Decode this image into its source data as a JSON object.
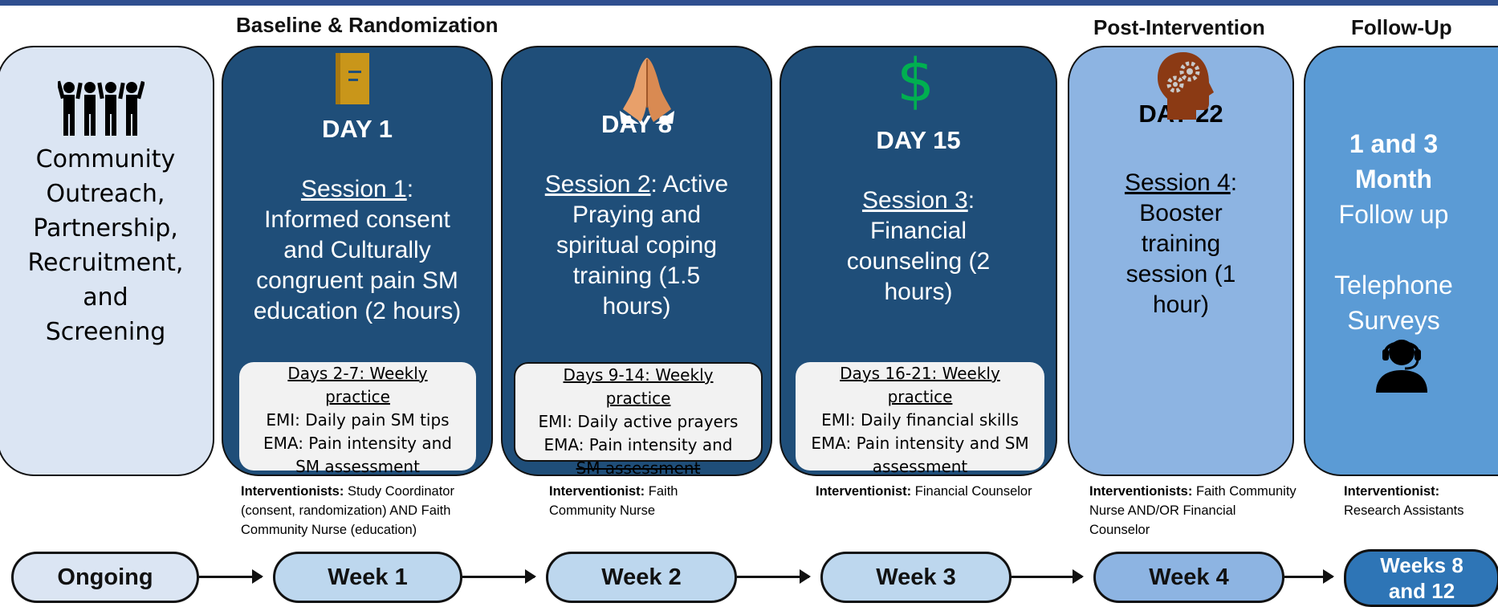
{
  "phases": {
    "baseline": "Baseline & Randomization",
    "post": "Post-Intervention",
    "followup": "Follow-Up"
  },
  "outreach": {
    "icon": "people-group-icon",
    "lines": [
      "Community",
      "Outreach,",
      "Partnership,",
      "Recruitment,",
      "and",
      "Screening"
    ]
  },
  "day1": {
    "icon": "book-icon",
    "day": "DAY 1",
    "session_label": "Session 1",
    "session_text": [
      "Informed consent",
      "and Culturally",
      "congruent pain SM",
      "education (2 hours)"
    ],
    "practice": {
      "title": [
        "Days 2-7: Weekly",
        "practice"
      ],
      "emi": "EMI: Daily pain SM tips",
      "ema": [
        "EMA: Pain intensity and",
        "SM assessment"
      ]
    },
    "interventionist_label": "Interventionists:",
    "interventionist_text": [
      "Study Coordinator",
      "(consent, randomization) AND Faith",
      "Community Nurse (education)"
    ]
  },
  "day8": {
    "icon": "praying-hands-icon",
    "day": "DAY 8",
    "session_label": "Session 2",
    "session_text": [
      ": Active",
      "Praying and",
      "spiritual coping",
      "training (1.5",
      "hours)"
    ],
    "practice": {
      "title": [
        "Days 9-14: Weekly",
        "practice"
      ],
      "emi": "EMI: Daily active prayers",
      "ema": [
        "EMA: Pain intensity and",
        "SM assessment"
      ]
    },
    "interventionist_label": "Interventionist:",
    "interventionist_text": [
      "Faith",
      "Community Nurse"
    ]
  },
  "day15": {
    "icon": "dollar-icon",
    "day": "DAY 15",
    "session_label": "Session 3",
    "session_text": [
      "Financial",
      "counseling (2",
      "hours)"
    ],
    "practice": {
      "title": [
        "Days 16-21: Weekly",
        "practice"
      ],
      "emi": "EMI: Daily financial skills",
      "ema": [
        "EMA: Pain intensity and SM",
        "assessment"
      ]
    },
    "interventionist_label": "Interventionist:",
    "interventionist_text": [
      "Financial Counselor"
    ]
  },
  "day22": {
    "icon": "head-gears-icon",
    "day": "DAY 22",
    "session_label": "Session 4",
    "session_text": [
      "Booster",
      "training",
      "session (1",
      "hour)"
    ],
    "interventionist_label": "Interventionists:",
    "interventionist_text": [
      "Faith Community",
      "Nurse AND/OR Financial",
      "Counselor"
    ]
  },
  "followup": {
    "icon": "headset-person-icon",
    "bold_lines": [
      "1  and 3",
      "Month"
    ],
    "lines": [
      "Follow up",
      "",
      "Telephone",
      "Surveys"
    ],
    "interventionist_label": "Interventionist:",
    "interventionist_text": [
      "Research Assistants"
    ]
  },
  "timeline": [
    "Ongoing",
    "Week 1",
    "Week 2",
    "Week 3",
    "Week 4",
    "Weeks 8 and 12"
  ],
  "colors": {
    "dark_card": "#1f4e79",
    "light_card": "#dbe5f3",
    "mid_card": "#8db4e2",
    "blue_card": "#5b9bd5",
    "top_bar": "#2f4f8f"
  }
}
